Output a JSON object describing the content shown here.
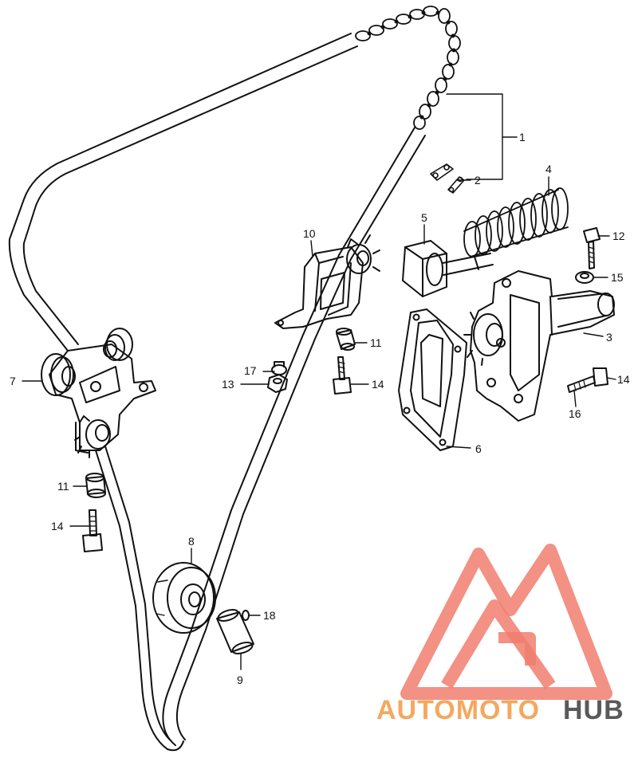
{
  "diagram": {
    "parts": [
      {
        "id": "chain",
        "label": "1"
      },
      {
        "id": "chain-joint",
        "label": "2"
      },
      {
        "id": "tensioner-body",
        "label": "3"
      },
      {
        "id": "spring",
        "label": "4"
      },
      {
        "id": "tensioner-plunger",
        "label": "5"
      },
      {
        "id": "gasket",
        "label": "6"
      },
      {
        "id": "guide-roller-assembly",
        "label": "7"
      },
      {
        "id": "lower-roller",
        "label": "8"
      },
      {
        "id": "roller-pin",
        "label": "9"
      },
      {
        "id": "chain-guide",
        "label": "10"
      },
      {
        "id": "collar-upper",
        "label": "11"
      },
      {
        "id": "collar-left",
        "label": "11"
      },
      {
        "id": "bolt-top",
        "label": "12"
      },
      {
        "id": "nut",
        "label": "13"
      },
      {
        "id": "bolt-center",
        "label": "14"
      },
      {
        "id": "bolt-left",
        "label": "14"
      },
      {
        "id": "bolt-right",
        "label": "14"
      },
      {
        "id": "washer-15",
        "label": "15"
      },
      {
        "id": "bolt-16",
        "label": "16"
      },
      {
        "id": "washer-17",
        "label": "17"
      },
      {
        "id": "clip",
        "label": "18"
      }
    ]
  },
  "watermark": {
    "brand_part1": "AUTOMOTO",
    "brand_part2": "HUB",
    "color_primary": "#f07e6e",
    "color_secondary": "#f4a85e",
    "color_dark": "#5a5a5a"
  },
  "colors": {
    "line": "#111111"
  }
}
